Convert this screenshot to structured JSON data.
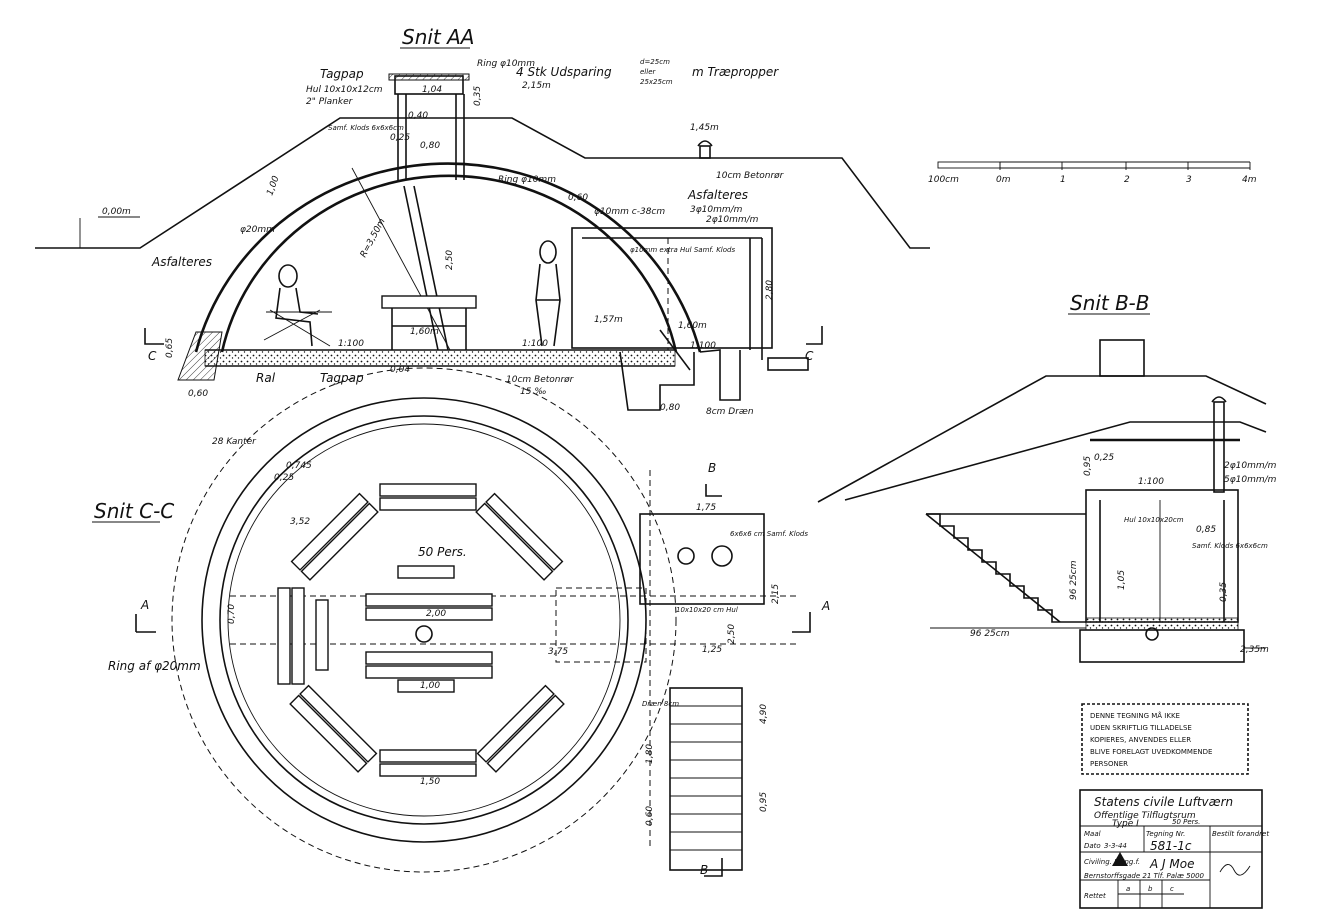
{
  "sections": {
    "aa": "Snit AA",
    "bb": "Snit B-B",
    "cc": "Snit C-C"
  },
  "labels_aa": {
    "tagpap_top": "Tagpap",
    "hul": "Hul 10x10x12cm",
    "planker": "2\" Planker",
    "ring": "Ring φ10mm",
    "udsparing": "4 Stk Udsparing",
    "udsparing_dims_a": "d=25cm",
    "udsparing_dims_or": "eller",
    "udsparing_dims_b": "25x25cm",
    "traepropper": "m Træpropper",
    "dim_215": "2,15m",
    "samf_klods": "Samf. Klods 6x6x6cm",
    "ring_10mm": "Ring φ10mm",
    "dim_145": "1,45m",
    "betonror_top": "10cm Betonrør",
    "level_000": "0,00m",
    "asfalteres_left": "Asfalteres",
    "asfalteres_right": "Asfalteres",
    "phi20": "φ20mm",
    "radius": "R=3,50m",
    "rebar": "φ10mm c-38cm",
    "rebar2": "3φ10mm/m",
    "rebar3": "2φ10mm/m",
    "hul_extra": "φ10mm extra Hul Samf. Klods",
    "dim_157": "1,57m",
    "dim_160a": "1,60m",
    "dim_160b": "1,60m",
    "slope_100a": "1:100",
    "slope_100b": "1:100",
    "slope_100c": "1:100",
    "ral": "Ral",
    "tagpap_bottom": "Tagpap",
    "betonror_bottom": "10cm Betonrør",
    "pct": "15 ‰",
    "dim_060": "0,60",
    "dim_080": "0,80",
    "draen": "8cm Dræn",
    "dim_250": "2,50",
    "dim_280": "2,80",
    "dim_100": "1,00",
    "dim_080b": "0,80",
    "dim_060b": "0,60",
    "dim_104": "1,04",
    "dim_040": "0,40",
    "dim_025": "0,25",
    "dim_035": "0,35",
    "dim_065": "0,65",
    "dim_004": "0,04",
    "marker_c_left": "C",
    "marker_c_right": "C"
  },
  "scale_bar": {
    "labels": [
      "100cm",
      "0m",
      "1",
      "2",
      "3",
      "4m"
    ]
  },
  "labels_cc": {
    "kanter": "28 Kanter",
    "pers": "50 Pers.",
    "ring": "Ring af φ20mm",
    "dim_0745": "0,745",
    "dim_025": "0,25",
    "dim_352": "3,52",
    "dim_070": "0,70",
    "dim_200": "2,00",
    "dim_100": "1,00",
    "dim_150": "1,50",
    "dim_375": "3,75",
    "dim_175": "1,75",
    "dim_215": "2,15",
    "dim_250": "2,50",
    "dim_125": "1,25",
    "dim_490": "4,90",
    "dim_095": "0,95",
    "dim_060": "0,60",
    "dim_180": "1,80",
    "hul": "10x10x20 cm Hul",
    "samf_klods": "6x6x6 cm Samf. Klods",
    "draen": "Dræn 8cm",
    "marker_a_left": "A",
    "marker_a_right": "A",
    "marker_b_top": "B",
    "marker_b_bottom": "B"
  },
  "labels_bb": {
    "slope": "1:100",
    "hul": "Hul 10x10x20cm",
    "samf_klods": "Samf. Klods 6x6x6cm",
    "rebar1": "2φ10mm/m",
    "rebar2": "5φ10mm/m",
    "dim_9625_h": "96 25cm",
    "dim_9625_v": "96 25cm",
    "dim_105": "1,05",
    "dim_235": "2,35m",
    "dim_095": "0,95",
    "dim_025": "0,25",
    "dim_085": "0,85",
    "dim_035": "0,35"
  },
  "stamp": {
    "lines": [
      "DENNE TEGNING MÅ IKKE",
      "UDEN SKRIFTLIG TILLADELSE",
      "KOPIERES, ANVENDES ELLER",
      "BLIVE FORELAGT UVEDKOMMENDE",
      "PERSONER"
    ]
  },
  "title_block": {
    "org": "Statens civile Luftværn",
    "title1": "Offentlige  Tilflugtsrum",
    "title2": "Type I",
    "capacity": "50 Pers.",
    "maal_label": "Maal",
    "tegning_label": "Tegning Nr.",
    "bestillt_label": "Bestilt forandret",
    "dato_label": "Dato",
    "dato": "3-3-44",
    "drawing_no": "581-1c",
    "engineer_label": "Civiling. M.Ing.f.",
    "engineer": "A J Moe",
    "address": "Bernstorffsgade 21   Tlf. Palæ 5000",
    "rettet_label": "Rettet",
    "rev_a": "a",
    "rev_b": "b",
    "rev_c": "c"
  }
}
